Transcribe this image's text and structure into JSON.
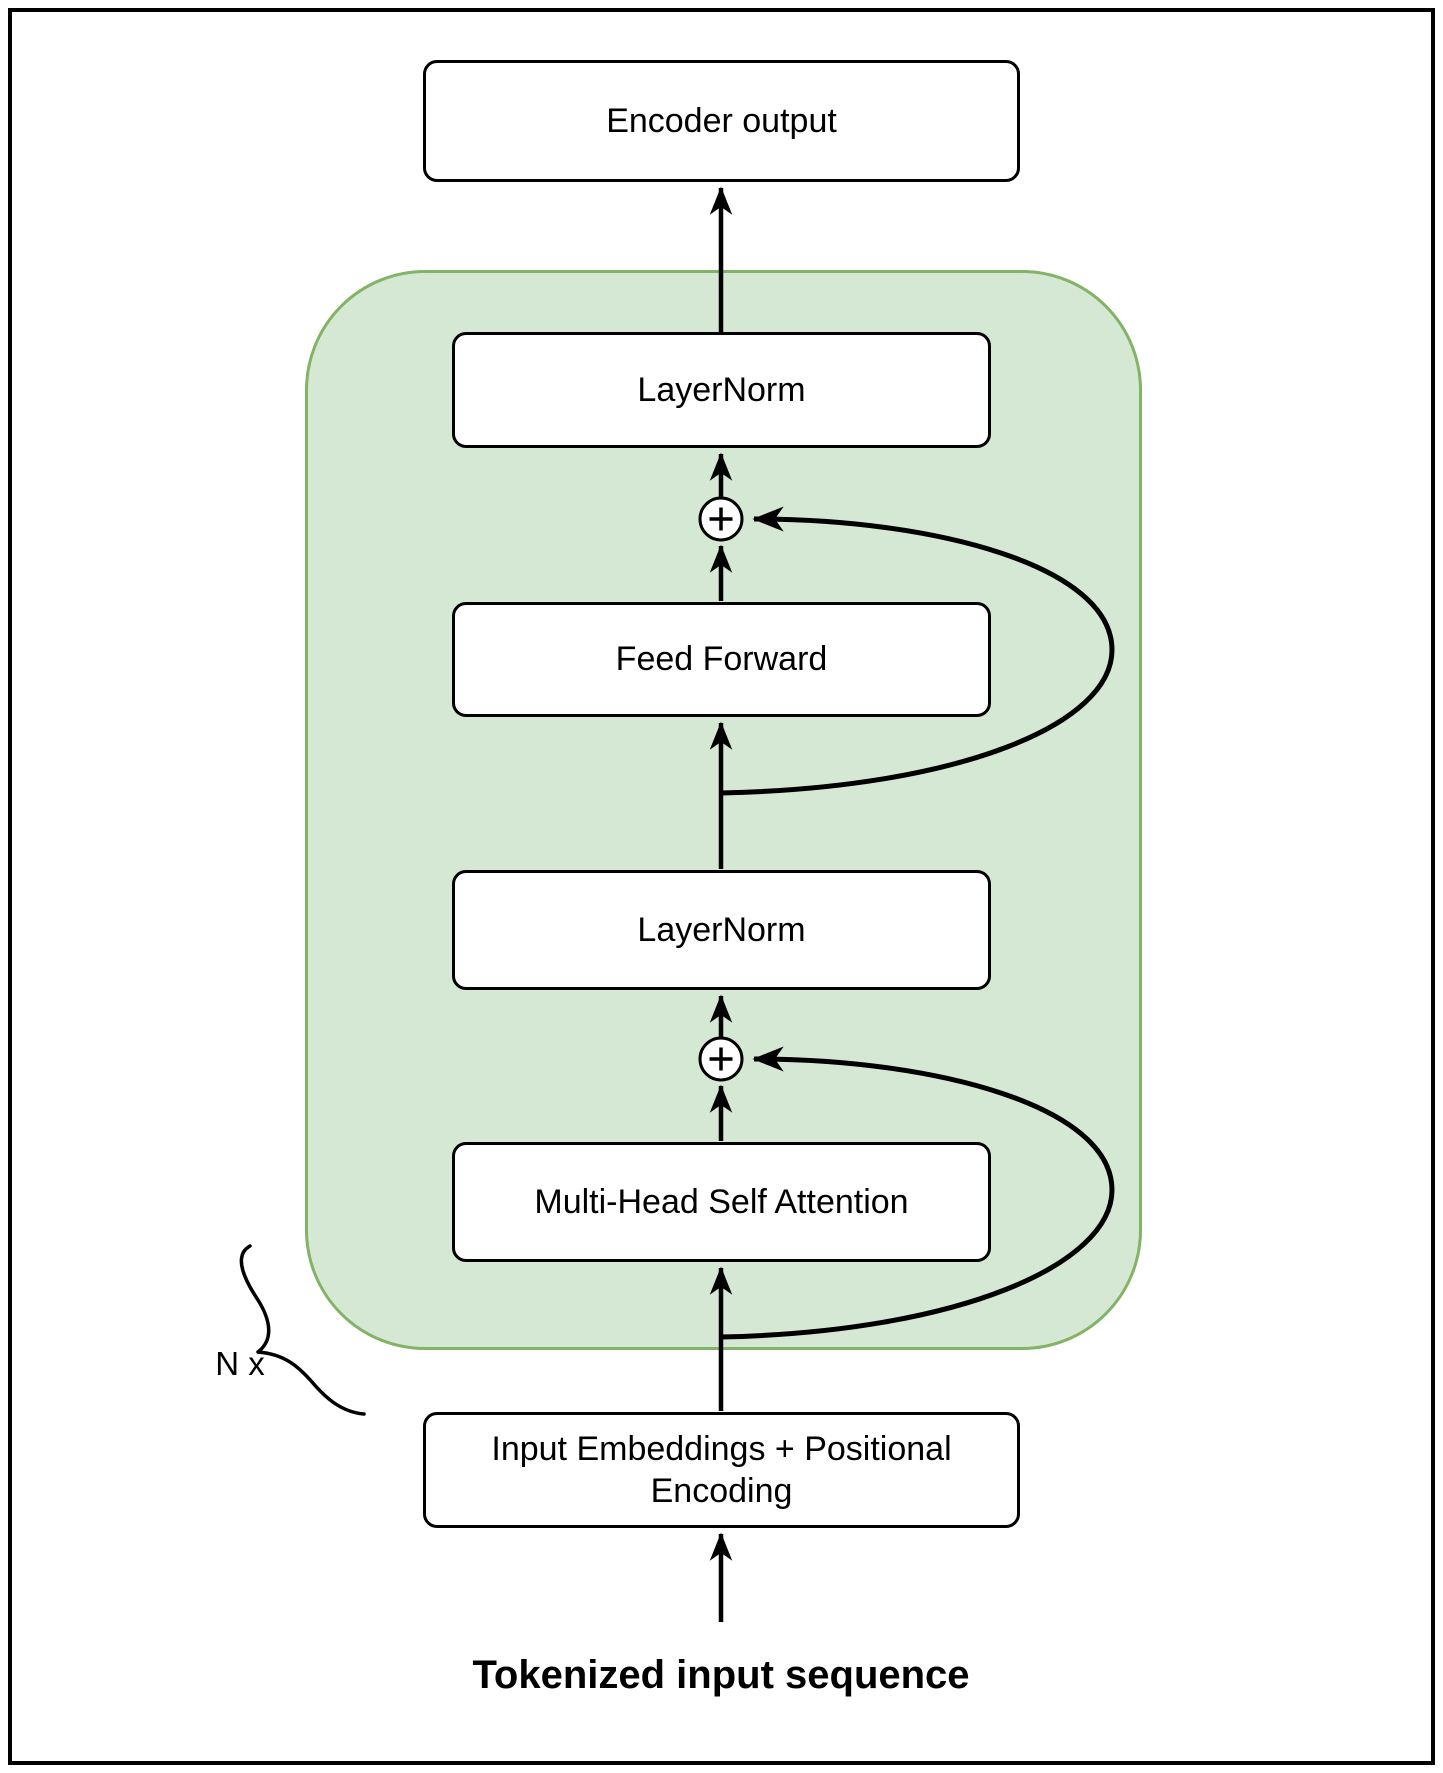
{
  "colors": {
    "block_fill": "#d5e8d4",
    "block_border": "#82b366",
    "box_fill": "#ffffff",
    "line": "#000000"
  },
  "nodes": {
    "encoder_output": {
      "label": "Encoder output"
    },
    "layernorm_top": {
      "label": "LayerNorm"
    },
    "feed_forward": {
      "label": "Feed Forward"
    },
    "layernorm_bottom": {
      "label": "LayerNorm"
    },
    "attention": {
      "label": "Multi-Head Self Attention"
    },
    "input_embeddings": {
      "label": "Input Embeddings + Positional Encoding"
    }
  },
  "annotations": {
    "repeat_label": "N x",
    "input_caption": "Tokenized input sequence"
  },
  "icons": {
    "residual_add": "plus-in-circle",
    "repeat_brace": "curly-brace"
  }
}
